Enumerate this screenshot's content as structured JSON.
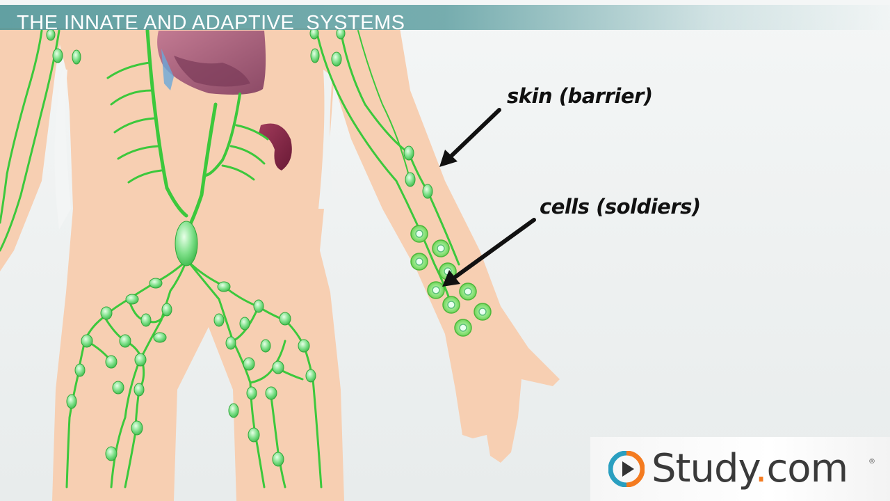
{
  "slide": {
    "title": "THE INNATE AND ADAPTIVE  SYSTEMS",
    "labels": {
      "skin": "skin (barrier)",
      "cells": "cells (soldiers)"
    }
  },
  "brand": {
    "name_before_dot": "Study",
    "dot": ".",
    "name_after_dot": "com",
    "registered": "®",
    "logo_icon": "play-circle-icon",
    "colors": {
      "teal": "#2a9fc0",
      "orange": "#f47b20",
      "text": "#3a3a3a"
    }
  },
  "illustration": {
    "subject": "human body lymphatic system",
    "colors": {
      "skin": "#f7cfb2",
      "lymph_vessel": "#3cc83c",
      "lymph_node": "#7fe88a",
      "heart": "#a85a78",
      "spleen": "#8a2a4a",
      "arrow": "#111111"
    }
  }
}
